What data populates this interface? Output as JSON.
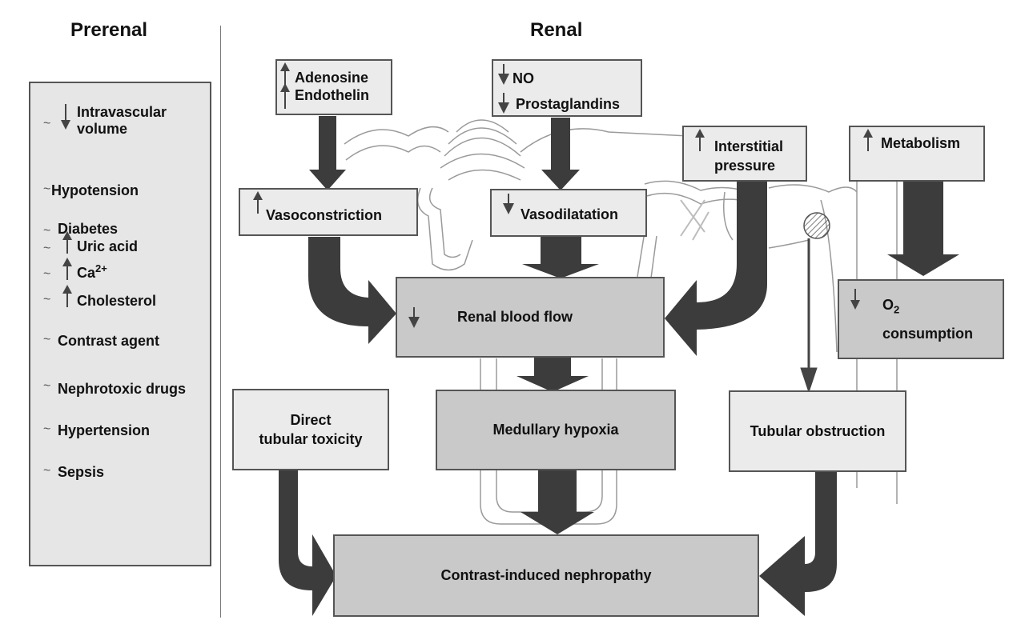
{
  "headers": {
    "prerenal": "Prerenal",
    "renal": "Renal"
  },
  "prerenal": {
    "intravascular_line1": "Intravascular",
    "intravascular_line2": "volume",
    "hypotension": "Hypotension",
    "diabetes": "Diabetes",
    "uric_acid": "Uric acid",
    "ca": "Ca",
    "ca_sup": "2+",
    "cholesterol": "Cholesterol",
    "contrast_agent": "Contrast agent",
    "nephrotoxic_drugs": "Nephrotoxic drugs",
    "hypertension": "Hypertension",
    "sepsis": "Sepsis"
  },
  "renal": {
    "adenosine": "Adenosine",
    "endothelin": "Endothelin",
    "no": "NO",
    "prostaglandins": "Prostaglandins",
    "interstitial_line1": "Interstitial",
    "interstitial_line2": "pressure",
    "metabolism": "Metabolism",
    "vasoconstriction": "Vasoconstriction",
    "vasodilatation": "Vasodilatation",
    "renal_blood_flow": "Renal blood flow",
    "o2_o": "O",
    "o2_sub": "2",
    "o2_consumption": "consumption",
    "direct_line1": "Direct",
    "direct_line2": "tubular toxicity",
    "medullary_hypoxia": "Medullary hypoxia",
    "tubular_obstruction": "Tubular obstruction",
    "cin": "Contrast-induced nephropathy"
  }
}
